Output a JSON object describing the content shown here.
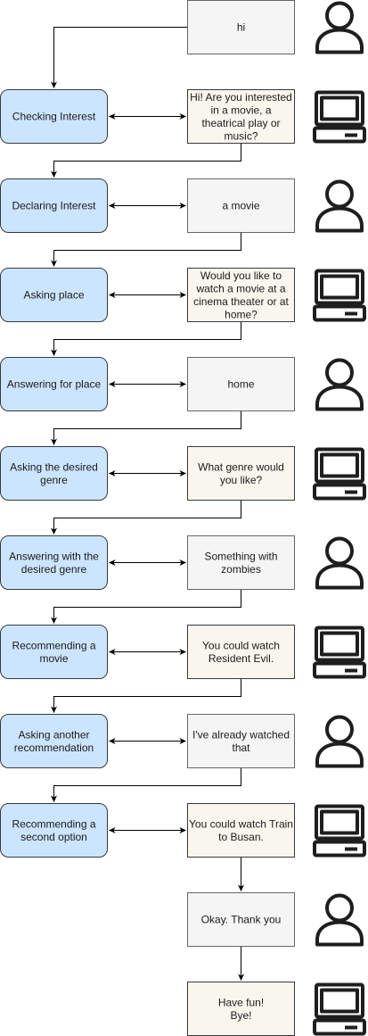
{
  "colors": {
    "state_fill": "#cce5ff",
    "state_stroke": "#36393d",
    "user_msg_fill": "#f5f5f5",
    "user_msg_stroke": "#666666",
    "bot_msg_fill": "#f9f7ed",
    "bot_msg_stroke": "#36393d",
    "line": "#000000"
  },
  "rows": [
    {
      "state": null,
      "message": [
        "hi"
      ],
      "speaker": "user",
      "icon": "user-icon"
    },
    {
      "state": [
        "Checking Interest"
      ],
      "message": [
        "Hi! Are you interested",
        "in a movie, a",
        "theatrical play or",
        "music?"
      ],
      "speaker": "bot",
      "icon": "computer-icon"
    },
    {
      "state": [
        "Declaring Interest"
      ],
      "message": [
        "a movie"
      ],
      "speaker": "user",
      "icon": "user-icon"
    },
    {
      "state": [
        "Asking place"
      ],
      "message": [
        "Would you like to",
        "watch a movie at a",
        "cinema theater or at",
        "home?"
      ],
      "speaker": "bot",
      "icon": "computer-icon"
    },
    {
      "state": [
        "Answering for place"
      ],
      "message": [
        "home"
      ],
      "speaker": "user",
      "icon": "user-icon"
    },
    {
      "state": [
        "Asking the desired",
        "genre"
      ],
      "message": [
        "What genre would",
        "you like?"
      ],
      "speaker": "bot",
      "icon": "computer-icon"
    },
    {
      "state": [
        "Answering with the",
        "desired genre"
      ],
      "message": [
        "Something with",
        "zombies"
      ],
      "speaker": "user",
      "icon": "user-icon"
    },
    {
      "state": [
        "Recommending a",
        "movie"
      ],
      "message": [
        "You could watch",
        "Resident Evil."
      ],
      "speaker": "bot",
      "icon": "computer-icon"
    },
    {
      "state": [
        "Asking another",
        "recommendation"
      ],
      "message": [
        "I've already watched",
        "that"
      ],
      "speaker": "user",
      "icon": "user-icon"
    },
    {
      "state": [
        "Recommending a",
        "second option"
      ],
      "message": [
        "You could watch Train",
        "to Busan."
      ],
      "speaker": "bot",
      "icon": "computer-icon"
    },
    {
      "state": null,
      "message": [
        "Okay. Thank you"
      ],
      "speaker": "user",
      "icon": "user-icon"
    },
    {
      "state": null,
      "message": [
        "Have fun!",
        "Bye!"
      ],
      "speaker": "bot",
      "icon": "computer-icon"
    }
  ]
}
